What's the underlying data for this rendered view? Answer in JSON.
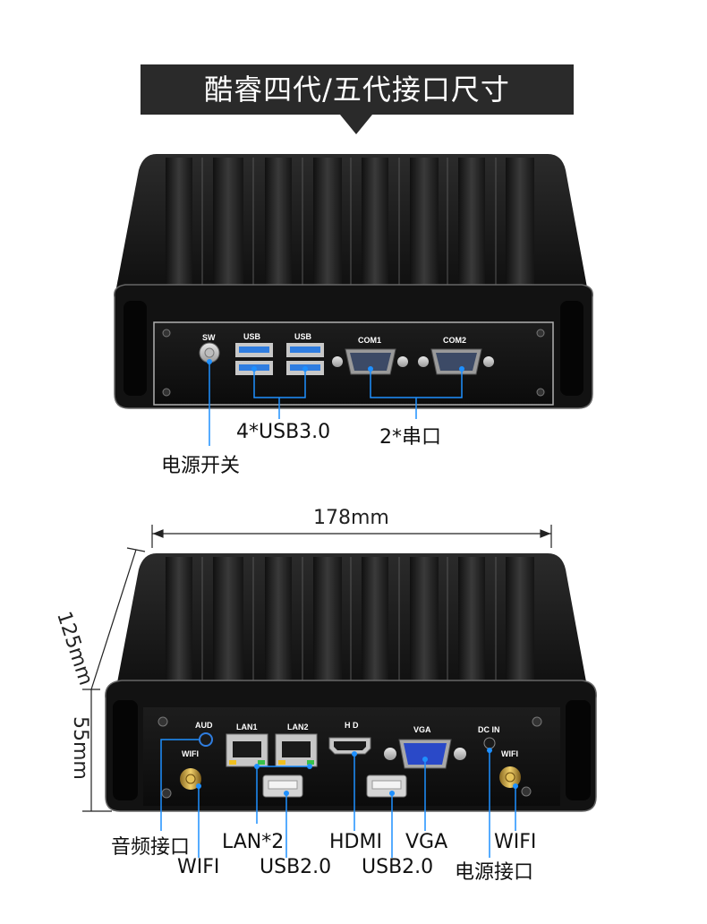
{
  "banner": {
    "title": "酷睿四代/五代接口尺寸"
  },
  "top_panel": {
    "port_labels": {
      "sw": "SW",
      "usb_a": "USB",
      "usb_b": "USB",
      "com1": "COM1",
      "com2": "COM2"
    },
    "callouts": {
      "usb": "4*USB3.0",
      "serial": "2*串口",
      "power_switch": "电源开关"
    }
  },
  "bottom_panel": {
    "dimensions": {
      "width": "178mm",
      "depth": "125mm",
      "height": "55mm"
    },
    "port_labels": {
      "aud": "AUD",
      "wifi_l": "WIFI",
      "lan1": "LAN1",
      "lan2": "LAN2",
      "hd": "H D",
      "vga": "VGA",
      "dcin": "DC IN",
      "wifi_r": "WIFI"
    },
    "callouts": {
      "audio": "音频接口",
      "wifi_left": "WIFI",
      "lan": "LAN*2",
      "usb_left": "USB2.0",
      "hdmi": "HDMI",
      "usb_right": "USB2.0",
      "vga": "VGA",
      "wifi_right": "WIFI",
      "power_jack": "电源接口"
    }
  },
  "colors": {
    "banner": "#2a2a2a",
    "callout_line": "#1e90ff",
    "usb_blue": "#2f7de0",
    "vga_blue": "#2a49c8"
  }
}
